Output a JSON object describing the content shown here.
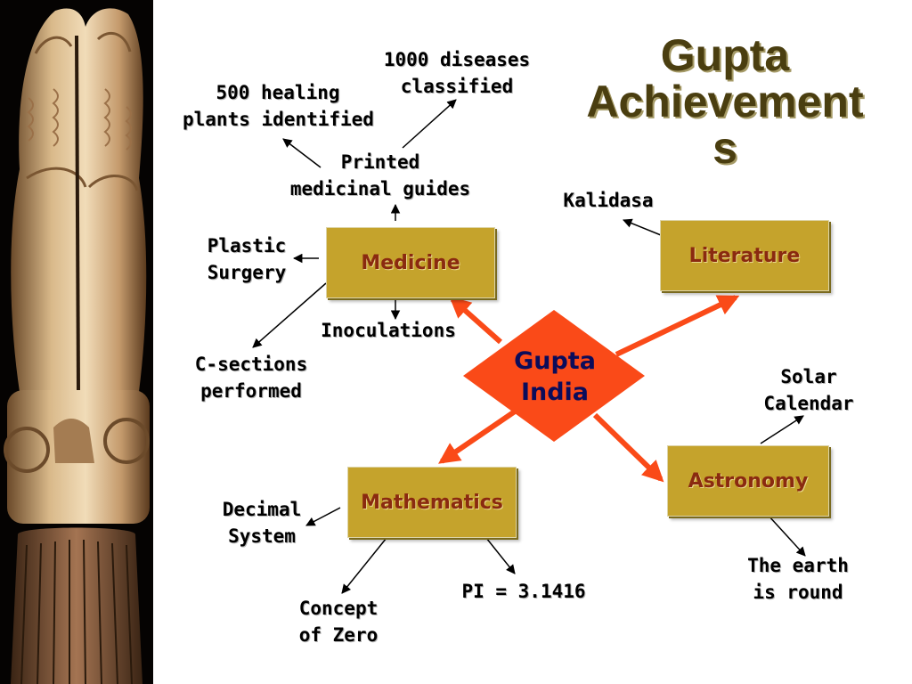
{
  "title": {
    "line1": "Gupta",
    "line2": "Achievement",
    "line3": "s"
  },
  "center": {
    "line1": "Gupta",
    "line2": "India"
  },
  "categories": {
    "medicine": "Medicine",
    "literature": "Literature",
    "mathematics": "Mathematics",
    "astronomy": "Astronomy"
  },
  "notes": {
    "diseases": [
      "1000 diseases",
      "classified"
    ],
    "plants": [
      "500 healing",
      "plants identified"
    ],
    "guides": [
      "Printed",
      "medicinal guides"
    ],
    "plastic": [
      "Plastic",
      "Surgery"
    ],
    "csections": [
      "C-sections",
      "performed"
    ],
    "inoculations": "Inoculations",
    "kalidasa": "Kalidasa",
    "solar": [
      "Solar",
      "Calendar"
    ],
    "earth": [
      "The earth",
      "is round"
    ],
    "decimal": [
      "Decimal",
      "System"
    ],
    "zero": [
      "Concept",
      "of Zero"
    ],
    "pi": "PI = 3.1416"
  },
  "colors": {
    "box_fill": "#c5a32c",
    "box_text": "#8a2a10",
    "center_diamond": "#fa4a18",
    "center_text": "#0b0c5a",
    "title": "#4a3e10"
  }
}
